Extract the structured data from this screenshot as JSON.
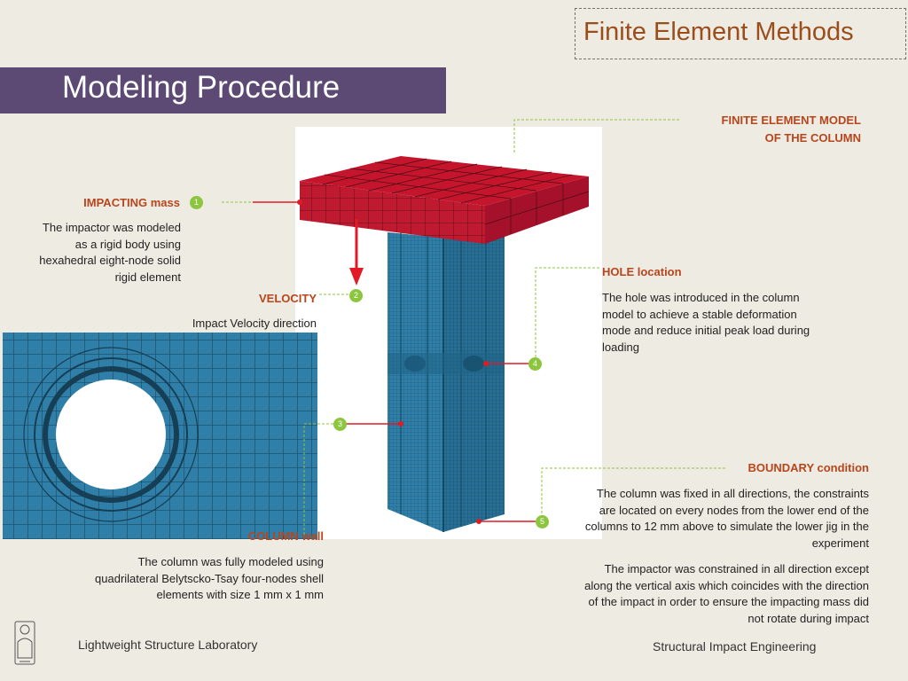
{
  "header": {
    "course_title": "Finite Element Methods",
    "slide_title": "Modeling Procedure"
  },
  "callouts": {
    "fe_model": {
      "label_line1": "FINITE ELEMENT MODEL",
      "label_line2": "OF THE COLUMN"
    },
    "impacting_mass": {
      "number": "1",
      "label": "IMPACTING mass",
      "lines": [
        "The impactor was modeled",
        "as a rigid body using",
        "hexahedral eight-node solid",
        "rigid element"
      ]
    },
    "velocity": {
      "number": "2",
      "label": "VELOCITY",
      "description": "Impact Velocity direction"
    },
    "column_wall": {
      "number": "3",
      "label": "COLUMN wall",
      "lines": [
        "The column was fully modeled using",
        "quadrilateral Belytscko-Tsay four-nodes shell",
        "elements with size 1 mm x 1 mm"
      ]
    },
    "hole_location": {
      "number": "4",
      "label": "HOLE location",
      "lines": [
        "The hole was introduced in the column",
        "model to achieve a stable deformation",
        "mode and reduce initial peak load during",
        "loading"
      ]
    },
    "boundary": {
      "number": "5",
      "label": "BOUNDARY condition",
      "para1": [
        "The column was fixed in all directions, the constraints",
        "are located on every nodes from the lower end of the",
        "columns to 12 mm above to simulate the lower jig in the",
        "experiment"
      ],
      "para2": [
        "The impactor was constrained in all direction except",
        "along the vertical axis which coincides with the direction",
        "of the impact in order to ensure the impacting mass did",
        "not rotate during impact"
      ]
    }
  },
  "footer": {
    "left": "Lightweight Structure Laboratory",
    "right": "Structural Impact Engineering"
  },
  "colors": {
    "title_bar": "#5d4a74",
    "label_orange": "#b8451c",
    "course_title": "#9b4d1c",
    "mesh_blue": "#2f7fa8",
    "impactor_red": "#c5152d",
    "callout_green": "#8cc63f"
  }
}
